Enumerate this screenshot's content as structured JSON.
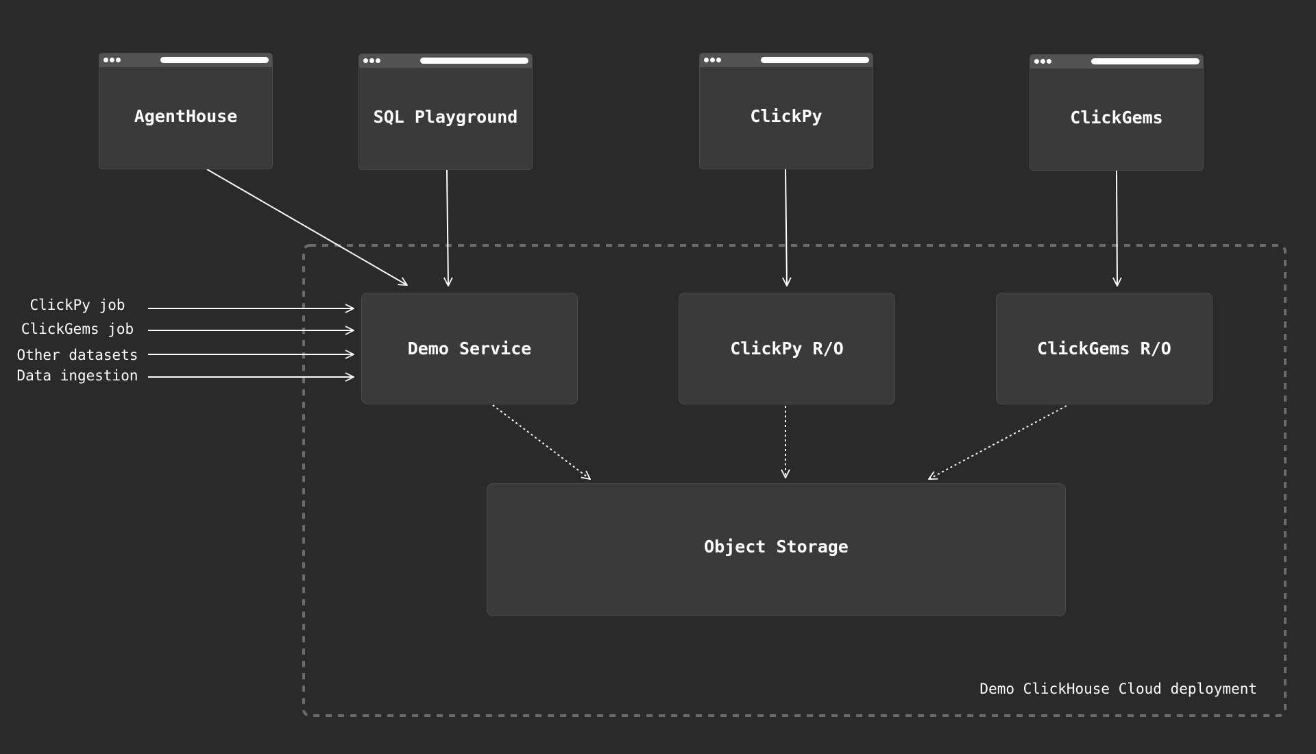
{
  "apps": {
    "agenthouse": "AgentHouse",
    "sql_playground": "SQL Playground",
    "clickpy": "ClickPy",
    "clickgems": "ClickGems"
  },
  "services": {
    "demo_service": "Demo Service",
    "clickpy_ro": "ClickPy R/O",
    "clickgems_ro": "ClickGems R/O",
    "object_storage": "Object Storage"
  },
  "inputs": [
    "ClickPy job",
    "ClickGems job",
    "Other datasets",
    "Data ingestion"
  ],
  "deployment_label": "Demo ClickHouse Cloud deployment",
  "colors": {
    "background": "#2a2a2a",
    "node_fill": "#3a3a3a",
    "boundary": "#6b6b6b",
    "line": "#ffffff"
  }
}
